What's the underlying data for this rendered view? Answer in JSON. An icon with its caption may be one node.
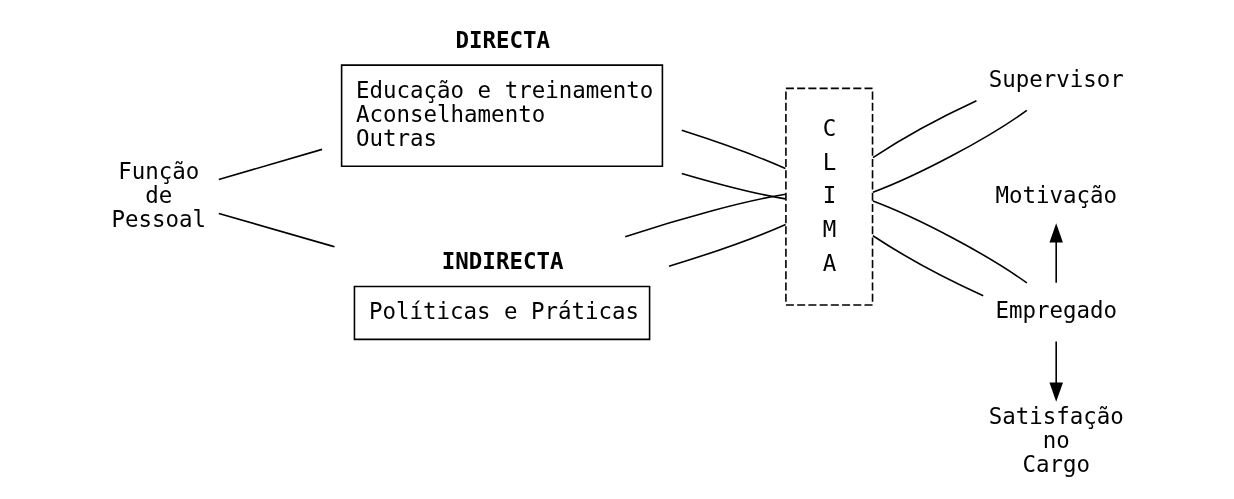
{
  "diagram": {
    "nodes": [
      {
        "text": [
          "Função de Pessoal"
        ]
      },
      {
        "text": [
          "DIRECTA",
          "Educação e treinamento",
          "Aconselhamento",
          "Outras"
        ]
      },
      {
        "text": [
          "INDIRECTA",
          "Políticas e Práticas"
        ]
      },
      {
        "text": [
          "CLIMA"
        ]
      },
      {
        "text": [
          "Supervisor"
        ]
      },
      {
        "text": [
          "Empregado"
        ]
      },
      {
        "text": [
          "Motivação"
        ]
      },
      {
        "text": [
          "Satisfação no Cargo"
        ]
      }
    ],
    "edges": [
      {
        "from": 0,
        "to": 1,
        "arrow": "none"
      },
      {
        "from": 0,
        "to": 2,
        "arrow": "none"
      },
      {
        "from": 1,
        "to": 3,
        "arrow": "none"
      },
      {
        "from": 1,
        "to": 3,
        "arrow": "none"
      },
      {
        "from": 2,
        "to": 3,
        "arrow": "none"
      },
      {
        "from": 2,
        "to": 3,
        "arrow": "none"
      },
      {
        "from": 3,
        "to": 4,
        "arrow": "none"
      },
      {
        "from": 3,
        "to": 4,
        "arrow": "none"
      },
      {
        "from": 3,
        "to": 5,
        "arrow": "none"
      },
      {
        "from": 3,
        "to": 5,
        "arrow": "none"
      },
      {
        "from": 5,
        "to": 6,
        "arrow": "to"
      },
      {
        "from": 5,
        "to": 7,
        "arrow": "to"
      }
    ]
  }
}
